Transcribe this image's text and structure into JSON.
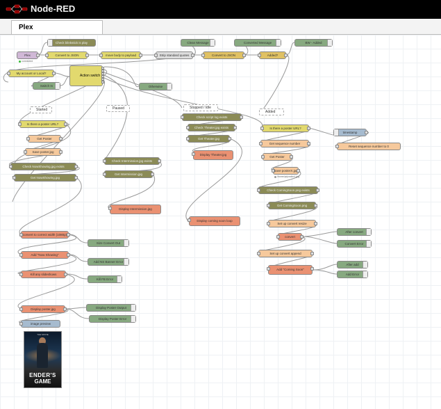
{
  "app_title": "Node-RED",
  "tab_label": "Plex",
  "comments": {
    "started": "Started",
    "paused": "Paused",
    "stopped": "Stopped / Idle",
    "added": "Added"
  },
  "nodes": {
    "plex": "Plex",
    "plex_status": "connected",
    "check_blinkstick": "Check blinkstick is play",
    "convert_json_1": "Convert to JSON",
    "move_body": "move body to payload",
    "strip_quotes": "Strip standard quotes",
    "clean_message": "Clean Message",
    "convert_json_2": "Convert to JSON",
    "converted_message": "Converted Message",
    "added_q": "Added?",
    "bw_added": "BW - Added",
    "my_account": "My account or Local?",
    "switch_in": "Switch In",
    "action_switch": "Action switch",
    "otherwise": "Otherwise",
    "poster_url_1": "Is there a poster URL?",
    "get_poster_1": "Get Poster",
    "save_poster_1": "Save poster.jpg",
    "check_nowshowing": "Check NowShowing.jpg exists",
    "get_nowshowing": "Get NowShowing.jpg",
    "check_intermission": "Check Intermission.jpg exists",
    "get_intermission": "Get Intermission.jpg",
    "display_intermission": "Display Intermission.jpg",
    "check_script": "Check script log exists",
    "check_theater": "Check Theater.jpg exists",
    "get_theater": "Get Theater.jpg",
    "display_theater": "Display Theater.jpg",
    "display_coming_soon": "Display coming soon loop",
    "poster_url_2": "Is there a poster URL?",
    "get_sequence": "Get sequence number",
    "get_poster_2": "Get Poster",
    "save_poster_2": "Save posterX.jpg",
    "save_poster_2_status": "/home/pi/posterX.jpg",
    "check_comingsoon": "Check ComingSoon.png exists",
    "get_comingsoon": "Get ComingSoon.png",
    "set_convert_resize": "Set up convert resize",
    "convert": "convert",
    "after_convert": "After convert",
    "convert_error": "Convert Error",
    "set_convert_append": "Set up convert append",
    "add_coming_soon": "Add \"Coming Soon\"",
    "after_add": "After add",
    "add_error": "Add Error",
    "timestamp": "timestamp",
    "reset_sequence": "Reset sequence number to 0",
    "convert_1080p": "convert to correct width (1080p)",
    "size_convert_out": "Size Convert Out",
    "add_now_showing": "Add \"Now Showing\"",
    "add_ns_banner_error": "Add NS Banner Error",
    "kill_slideshows": "Kill any slideshows",
    "kill_fb_error": "Kill FB Error",
    "display_poster": "Display poster.jpg",
    "display_poster_output": "Display Poster Output",
    "display_poster_error": "Display Poster Error",
    "image_preview": "image preview"
  },
  "poster": {
    "small_text": "THE MOVIE",
    "title_line1": "ENDER'S",
    "title_line2": "GAME"
  },
  "colors": {
    "header_bg": "#000000",
    "function": "#e2d96e",
    "exec": "#ea9172",
    "debug": "#87a980",
    "switch": "#e2d96e",
    "wire": "#999999"
  }
}
